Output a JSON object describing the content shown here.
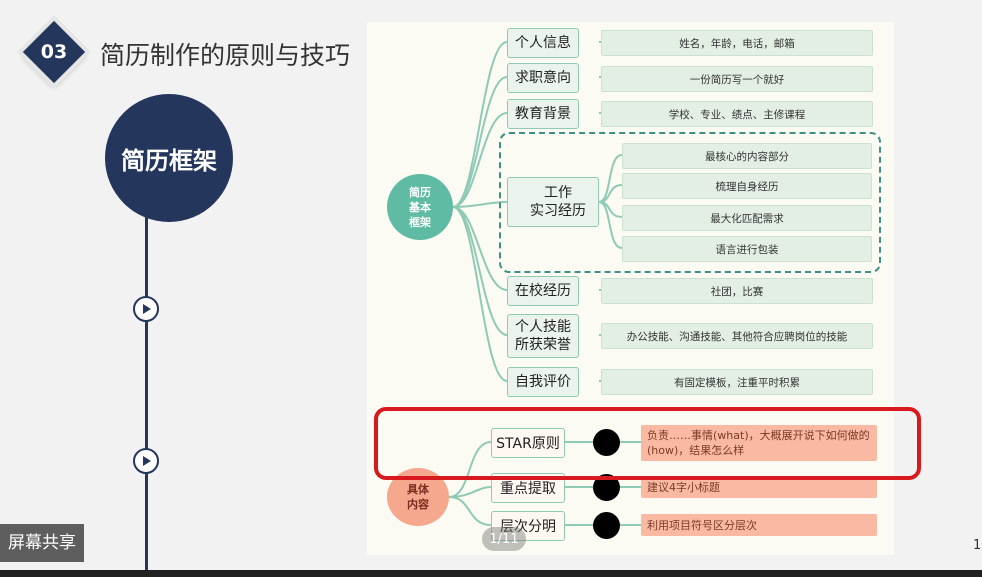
{
  "slide": {
    "section_number": "03",
    "title": "简历制作的原则与技巧",
    "timeline_circle_label": "简历框架",
    "page_number": "1"
  },
  "screen_share": {
    "label": "屏幕共享"
  },
  "pager": {
    "label": "1/11"
  },
  "mindmap": {
    "root1_label": "简历\n基本\n框架",
    "branches": [
      {
        "label": "个人信息",
        "details": [
          "姓名，年龄，电话，邮箱"
        ]
      },
      {
        "label": "求职意向",
        "details": [
          "一份简历写一个就好"
        ]
      },
      {
        "label": "教育背景",
        "details": [
          "学校、专业、绩点、主修课程"
        ]
      },
      {
        "label": "工作\n实习经历",
        "details": [
          "最核心的内容部分",
          "梳理自身经历",
          "最大化匹配需求",
          "语言进行包装"
        ]
      },
      {
        "label": "在校经历",
        "details": [
          "社团，比赛"
        ]
      },
      {
        "label": "个人技能\n所获荣誉",
        "details": [
          "办公技能、沟通技能、其他符合应聘岗位的技能"
        ]
      },
      {
        "label": "自我评价",
        "details": [
          "有固定模板，注重平时积累"
        ]
      }
    ],
    "root2_label": "具体\n内容",
    "tips": [
      {
        "label": "STAR原则",
        "detail": "负责……事情(what)，大概展开说下如何做的(how)，结果怎么样"
      },
      {
        "label": "重点提取",
        "detail": "建议4字小标题"
      },
      {
        "label": "层次分明",
        "detail": "利用项目符号区分层次"
      }
    ]
  },
  "colors": {
    "navy": "#24365c",
    "teal": "#5fbba3",
    "salmon": "#f6a88e",
    "highlight_red": "#d8191e"
  }
}
